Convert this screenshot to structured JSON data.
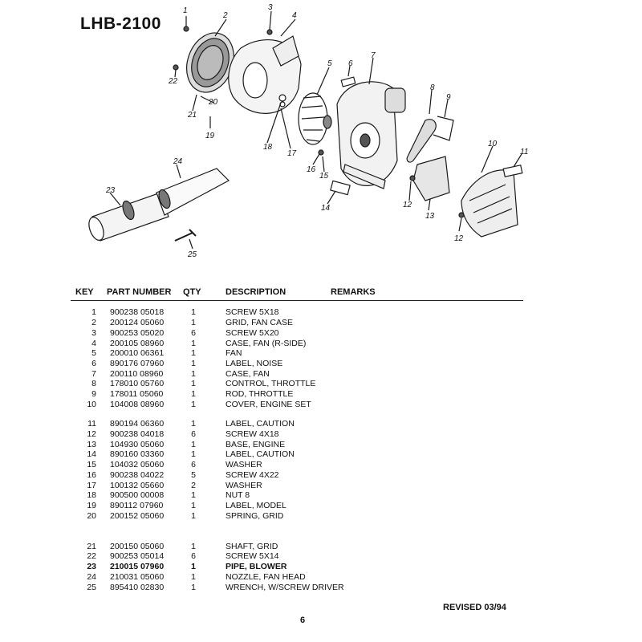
{
  "model": "LHB-2100",
  "diagram": {
    "callouts": [
      "1",
      "2",
      "3",
      "4",
      "5",
      "6",
      "7",
      "8",
      "9",
      "10",
      "11",
      "12",
      "12",
      "13",
      "14",
      "15",
      "16",
      "17",
      "18",
      "19",
      "20",
      "21",
      "22",
      "23",
      "24",
      "25"
    ]
  },
  "table": {
    "headers": {
      "key": "KEY",
      "part": "PART NUMBER",
      "qty": "QTY",
      "desc": "DESCRIPTION",
      "remarks": "REMARKS"
    },
    "rows": [
      {
        "key": "1",
        "part": "900238 05018",
        "qty": "1",
        "desc": "SCREW  5X18"
      },
      {
        "key": "2",
        "part": "200124 05060",
        "qty": "1",
        "desc": "GRID, FAN CASE"
      },
      {
        "key": "3",
        "part": "900253 05020",
        "qty": "6",
        "desc": "SCREW  5X20"
      },
      {
        "key": "4",
        "part": "200105 08960",
        "qty": "1",
        "desc": "CASE, FAN (R-SIDE)"
      },
      {
        "key": "5",
        "part": "200010 06361",
        "qty": "1",
        "desc": "FAN"
      },
      {
        "key": "6",
        "part": "890176 07960",
        "qty": "1",
        "desc": "LABEL, NOISE"
      },
      {
        "key": "7",
        "part": "200110 08960",
        "qty": "1",
        "desc": "CASE, FAN"
      },
      {
        "key": "8",
        "part": "178010 05760",
        "qty": "1",
        "desc": "CONTROL, THROTTLE"
      },
      {
        "key": "9",
        "part": "178011 05060",
        "qty": "1",
        "desc": "ROD, THROTTLE"
      },
      {
        "key": "10",
        "part": "104008 08960",
        "qty": "1",
        "desc": "COVER, ENGINE SET"
      },
      {
        "key": "11",
        "part": "890194 06360",
        "qty": "1",
        "desc": "LABEL, CAUTION"
      },
      {
        "key": "12",
        "part": "900238 04018",
        "qty": "6",
        "desc": "SCREW  4X18"
      },
      {
        "key": "13",
        "part": "104930 05060",
        "qty": "1",
        "desc": "BASE, ENGINE"
      },
      {
        "key": "14",
        "part": "890160 03360",
        "qty": "1",
        "desc": "LABEL, CAUTION"
      },
      {
        "key": "15",
        "part": "104032 05060",
        "qty": "6",
        "desc": "WASHER"
      },
      {
        "key": "16",
        "part": "900238 04022",
        "qty": "5",
        "desc": "SCREW  4X22"
      },
      {
        "key": "17",
        "part": "100132 05660",
        "qty": "2",
        "desc": "WASHER"
      },
      {
        "key": "18",
        "part": "900500 00008",
        "qty": "1",
        "desc": "NUT  8"
      },
      {
        "key": "19",
        "part": "890112 07960",
        "qty": "1",
        "desc": "LABEL, MODEL"
      },
      {
        "key": "20",
        "part": "200152 05060",
        "qty": "1",
        "desc": "SPRING, GRID"
      },
      {
        "key": "21",
        "part": "200150 05060",
        "qty": "1",
        "desc": "SHAFT, GRID"
      },
      {
        "key": "22",
        "part": "900253 05014",
        "qty": "6",
        "desc": "SCREW  5X14"
      },
      {
        "key": "23",
        "part": "210015 07960",
        "qty": "1",
        "desc": "PIPE, BLOWER"
      },
      {
        "key": "24",
        "part": "210031 05060",
        "qty": "1",
        "desc": "NOZZLE, FAN HEAD"
      },
      {
        "key": "25",
        "part": "895410 02830",
        "qty": "1",
        "desc": "WRENCH, W/SCREW DRIVER"
      }
    ]
  },
  "footer": {
    "revised": "REVISED 03/94",
    "page": "6"
  }
}
